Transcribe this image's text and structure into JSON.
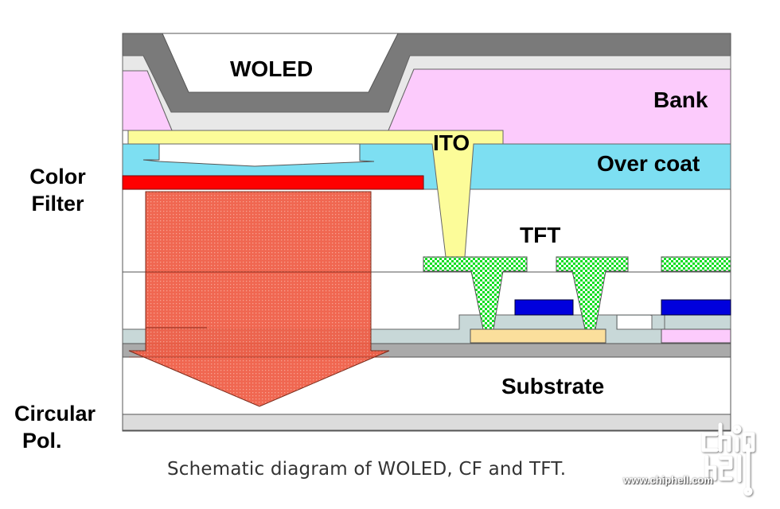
{
  "diagram": {
    "labels": {
      "woled": "WOLED",
      "bank": "Bank",
      "ito": "ITO",
      "over_coat": "Over coat",
      "tft": "TFT",
      "color_filter_line1": "Color",
      "color_filter_line2": "Filter",
      "substrate": "Substrate",
      "circular_pol_line1": "Circular",
      "circular_pol_line2": "Pol."
    },
    "colors": {
      "cathode": "#7a7a7a",
      "organic": "#e8e8e8",
      "bank": "#fccbfc",
      "ito": "#fcfc99",
      "overcoat": "#7ddff2",
      "color_filter": "#ff0000",
      "light_arrow": "#ef5a42",
      "metal": "#00dd22",
      "gate": "#0000dd",
      "insulator": "#c8d8d8",
      "semiconductor": "#fbdf9c",
      "buffer": "#aaaaaa",
      "polarizer": "#dcdcdc",
      "outline": "#555555"
    }
  },
  "caption": "Schematic diagram of WOLED, CF and TFT.",
  "watermark": {
    "url": "www.chiphell.com",
    "logo": "chiphell-logo"
  }
}
